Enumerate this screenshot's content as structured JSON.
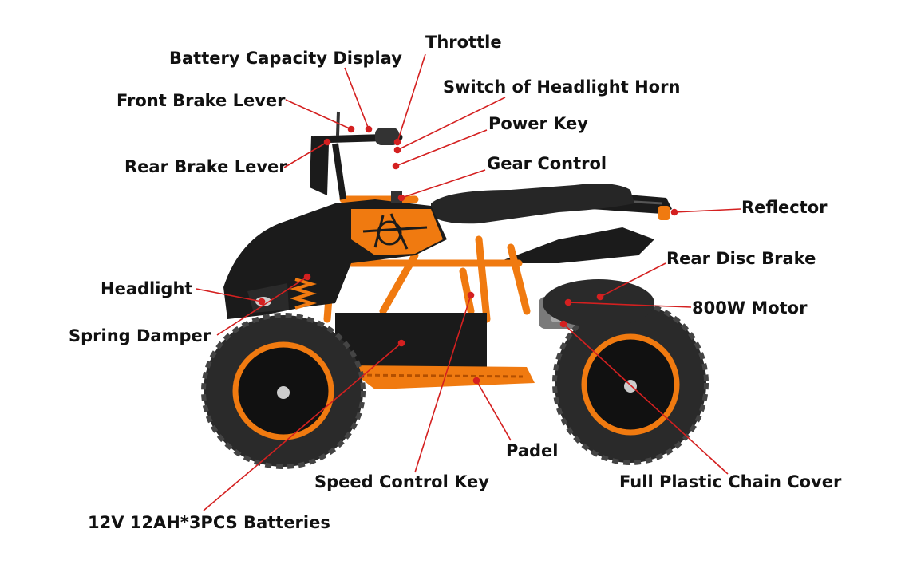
{
  "labels": {
    "throttle": "Throttle",
    "battery_capacity_display": "Battery Capacity Display",
    "switch_headlight_horn": "Switch of Headlight Horn",
    "front_brake_lever": "Front Brake Lever",
    "power_key": "Power Key",
    "rear_brake_lever": "Rear Brake Lever",
    "gear_control": "Gear Control",
    "reflector": "Reflector",
    "rear_disc_brake": "Rear Disc Brake",
    "headlight": "Headlight",
    "motor": "800W Motor",
    "spring_damper": "Spring Damper",
    "padel": "Padel",
    "speed_control_key": "Speed Control Key",
    "chain_cover": "Full Plastic Chain Cover",
    "batteries": "12V 12AH*3PCS Batteries"
  },
  "colors": {
    "accent": "#f07a10",
    "leader": "#d42020",
    "body_black": "#1b1b1b",
    "tire": "#2a2a2a",
    "text": "#111111"
  }
}
